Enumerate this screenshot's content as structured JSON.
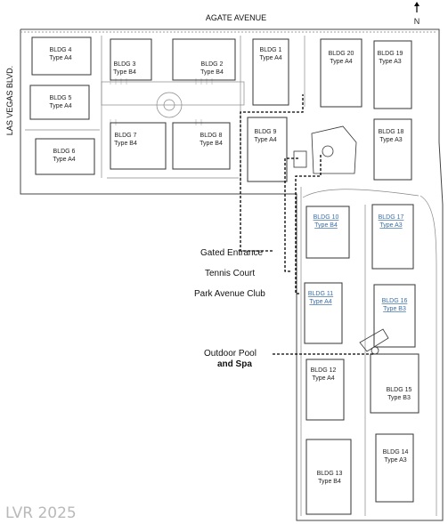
{
  "streets": {
    "north": "AGATE AVENUE",
    "west": "LAS VEGAS BLVD."
  },
  "compass": {
    "label": "N"
  },
  "buildings": [
    {
      "id": "bldg-4",
      "name": "BLDG 4",
      "type": "Type A4",
      "link": false
    },
    {
      "id": "bldg-5",
      "name": "BLDG 5",
      "type": "Type A4",
      "link": false
    },
    {
      "id": "bldg-6",
      "name": "BLDG 6",
      "type": "Type A4",
      "link": false
    },
    {
      "id": "bldg-3",
      "name": "BLDG 3",
      "type": "Type B4",
      "link": false
    },
    {
      "id": "bldg-2",
      "name": "BLDG 2",
      "type": "Type B4",
      "link": false
    },
    {
      "id": "bldg-7",
      "name": "BLDG 7",
      "type": "Type B4",
      "link": false
    },
    {
      "id": "bldg-8",
      "name": "BLDG 8",
      "type": "Type B4",
      "link": false
    },
    {
      "id": "bldg-1",
      "name": "BLDG 1",
      "type": "Type A4",
      "link": false
    },
    {
      "id": "bldg-9",
      "name": "BLDG 9",
      "type": "Type A4",
      "link": false
    },
    {
      "id": "bldg-20",
      "name": "BLDG 20",
      "type": "Type A4",
      "link": false
    },
    {
      "id": "bldg-19",
      "name": "BLDG 19",
      "type": "Type A3",
      "link": false
    },
    {
      "id": "bldg-18",
      "name": "BLDG 18",
      "type": "Type A3",
      "link": false
    },
    {
      "id": "bldg-10",
      "name": "BLDG 10",
      "type": "Type B4",
      "link": true
    },
    {
      "id": "bldg-17",
      "name": "BLDG 17",
      "type": "Type A3",
      "link": true
    },
    {
      "id": "bldg-11",
      "name": "BLDG 11",
      "type": "Type A4",
      "link": true
    },
    {
      "id": "bldg-16",
      "name": "BLDG 16",
      "type": "Type B3",
      "link": true
    },
    {
      "id": "bldg-12",
      "name": "BLDG 12",
      "type": "Type A4",
      "link": false
    },
    {
      "id": "bldg-15",
      "name": "BLDG 15",
      "type": "Type B3",
      "link": false
    },
    {
      "id": "bldg-14",
      "name": "BLDG 14",
      "type": "Type A3",
      "link": false
    },
    {
      "id": "bldg-13",
      "name": "BLDG 13",
      "type": "Type B4",
      "link": false
    }
  ],
  "callouts": {
    "gated_entrance": "Gated Entrance",
    "tennis_court": "Tennis Court",
    "park_avenue_club": "Park Avenue Club",
    "outdoor_pool_line1": "Outdoor Pool",
    "outdoor_pool_line2": "and Spa"
  },
  "watermark": "LVR 2025"
}
